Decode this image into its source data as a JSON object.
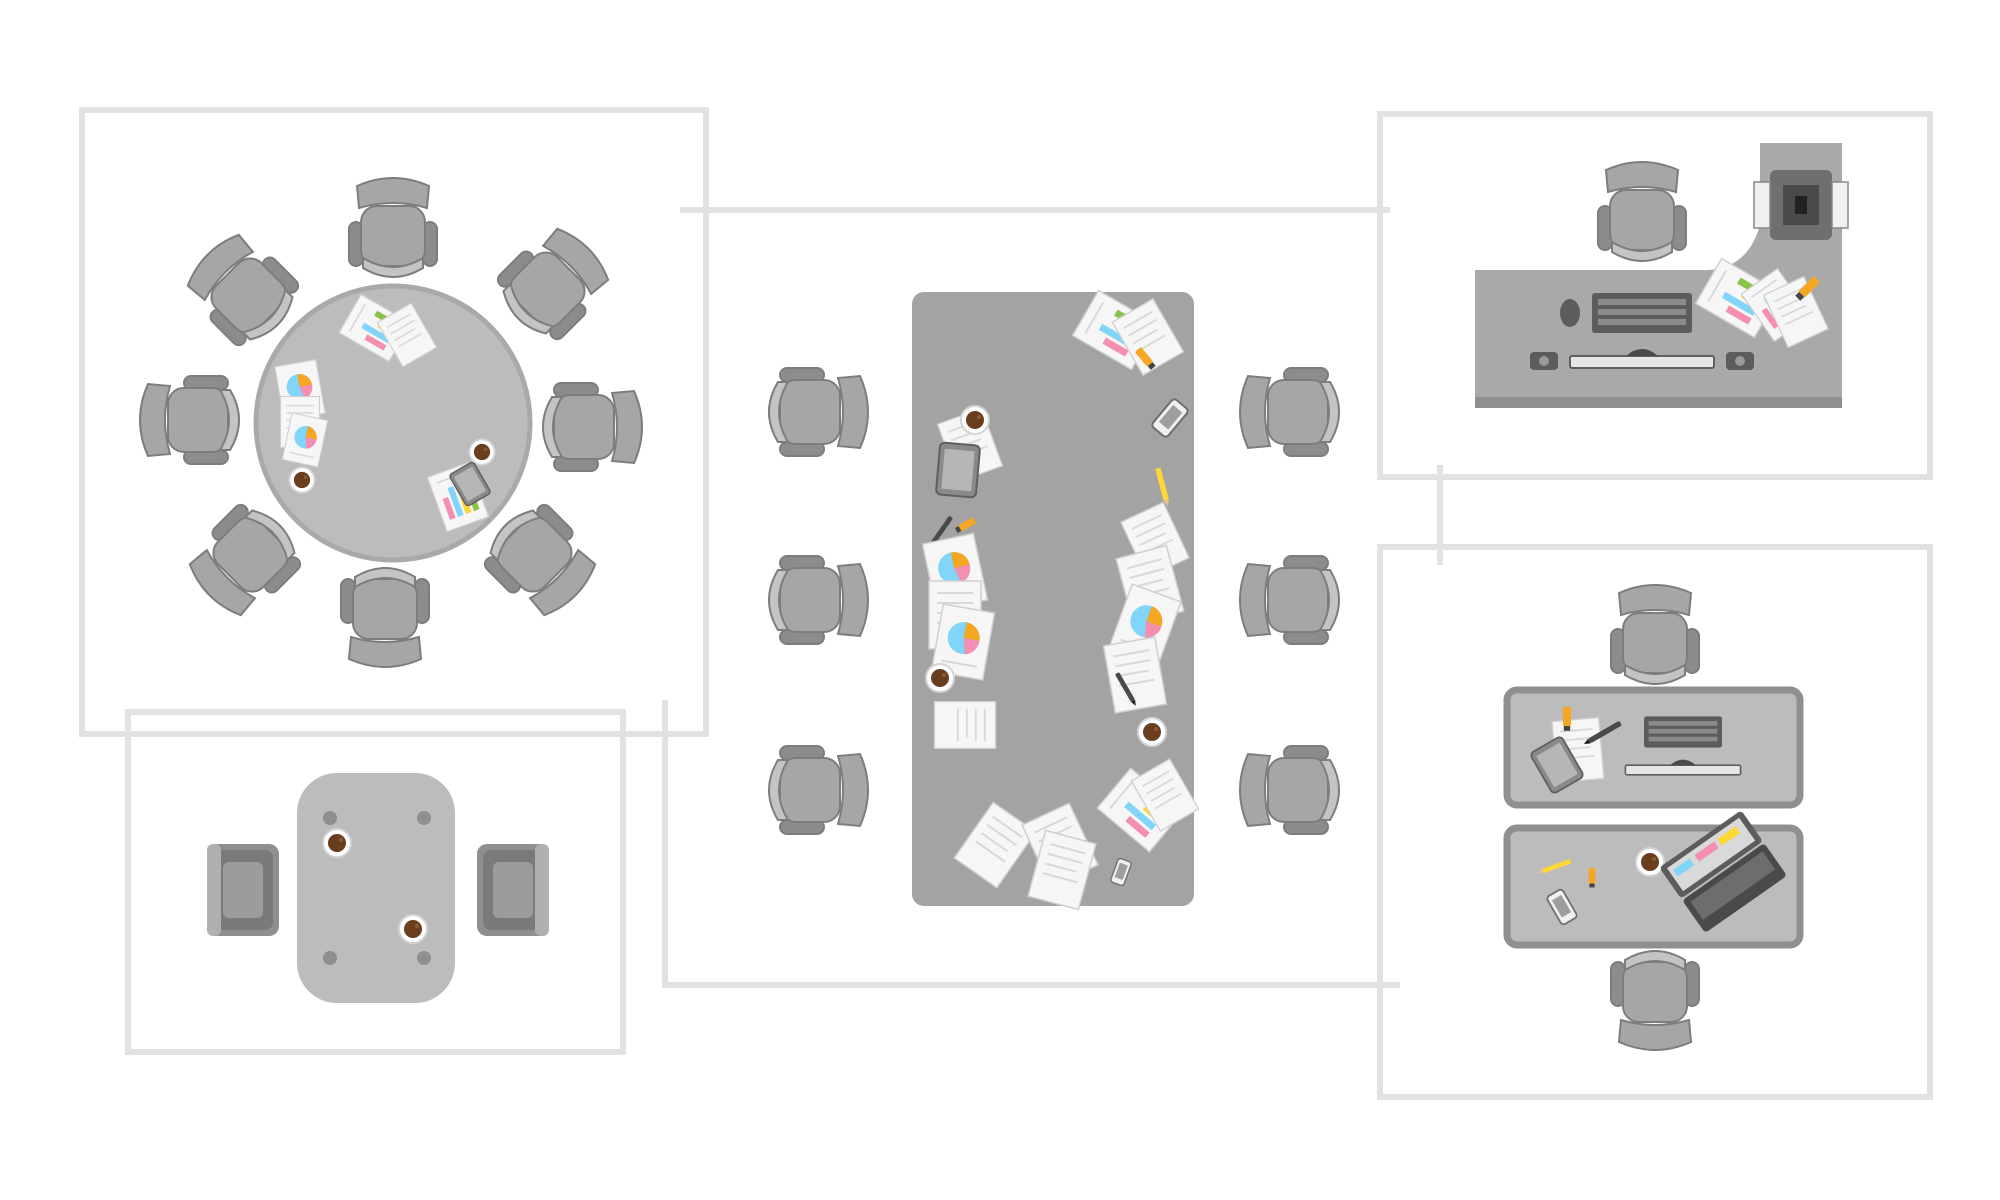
{
  "scene": {
    "kind": "office floor plan illustration",
    "rooms": [
      "round-meeting-room",
      "lounge-room",
      "boardroom",
      "reception-desk",
      "twin-workstations"
    ]
  },
  "colors": {
    "background": "#ffffff",
    "wall": "#e2e2e2",
    "round_table": "#bcbcbc",
    "round_table_rim": "#a9a9a9",
    "board_table": "#a3a3a3",
    "desk": "#a9a9a9",
    "desk_edge": "#8f8f8f",
    "chair": "#a6a6a6",
    "chair_dark": "#8c8c8c",
    "chair_outline": "#7d7d7d",
    "armchair": "#8f8f8f",
    "paper": "#f6f6f6",
    "coffee": "#6b3d1f",
    "accent_orange": "#f5a623",
    "accent_pink": "#f48fb1",
    "accent_blue": "#81d4fa",
    "accent_green": "#8bc34a",
    "accent_yellow": "#fdd835"
  },
  "icons": [
    "office-chair-icon",
    "armchair-icon",
    "coffee-cup-icon",
    "document-icon",
    "chart-document-icon",
    "smartphone-icon",
    "tablet-icon",
    "pen-icon",
    "pencil-icon",
    "highlighter-icon",
    "keyboard-icon",
    "monitor-icon",
    "laptop-icon",
    "mouse-icon",
    "speaker-icon",
    "printer-icon"
  ]
}
